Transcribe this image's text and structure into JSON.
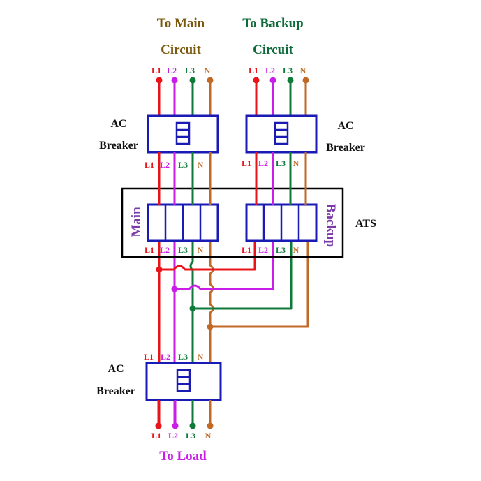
{
  "title_main": [
    "To Main",
    "Circuit"
  ],
  "title_backup": [
    "To Backup",
    "Circuit"
  ],
  "title_load": "To Load",
  "breaker_label": [
    "AC",
    "Breaker"
  ],
  "ats_label": "ATS",
  "ats_main_label": "Main",
  "ats_backup_label": "Backup",
  "lines": [
    "L1",
    "L2",
    "L3",
    "N"
  ],
  "colors": {
    "L1": "#e8141a",
    "L2": "#c81ee8",
    "L3": "#0f7a3a",
    "N": "#c06a26",
    "box": "#1a1ab4",
    "frame": "#000000",
    "title_main": "#7a5a10",
    "title_backup": "#0f6a3a",
    "title_load": "#c81ee8",
    "ats_side": "#7a3aa8",
    "text": "#111111"
  }
}
